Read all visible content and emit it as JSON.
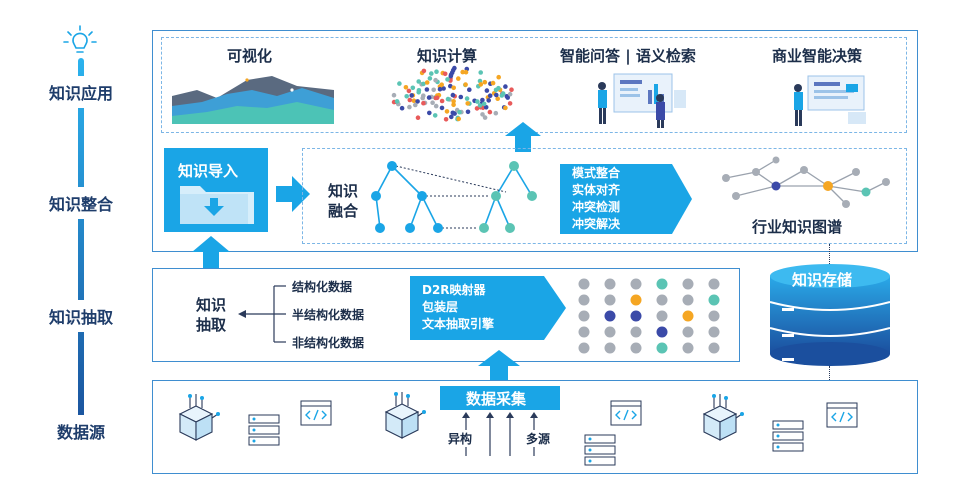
{
  "sidebar": {
    "levels": [
      {
        "label": "知识应用"
      },
      {
        "label": "知识整合"
      },
      {
        "label": "知识抽取"
      },
      {
        "label": "数据源"
      }
    ]
  },
  "applications": {
    "items": [
      {
        "label": "可视化"
      },
      {
        "label": "知识计算"
      },
      {
        "label": "智能问答 | 语义检索"
      },
      {
        "label": "商业智能决策"
      }
    ]
  },
  "integration": {
    "import_label": "知识导入",
    "fusion_label_line1": "知识",
    "fusion_label_line2": "融合",
    "steps": [
      "模式整合",
      "实体对齐",
      "冲突检测",
      "冲突解决"
    ],
    "graph_label": "行业知识图谱"
  },
  "extraction": {
    "label_line1": "知识",
    "label_line2": "抽取",
    "data_types": [
      "结构化数据",
      "半结构化数据",
      "非结构化数据"
    ],
    "tools": [
      "D2R映射器",
      "包装层",
      "文本抽取引擎"
    ]
  },
  "storage": {
    "label": "知识存储"
  },
  "source": {
    "collect_label": "数据采集",
    "heterogeneous_label": "异构",
    "multi_source_label": "多源"
  },
  "colors": {
    "accent": "#1aa5e6",
    "dark_blue": "#1e3d6b",
    "teal": "#5bc4b4",
    "orange": "#f5a623",
    "indigo": "#3b4aa8",
    "grey": "#a7adb6"
  }
}
